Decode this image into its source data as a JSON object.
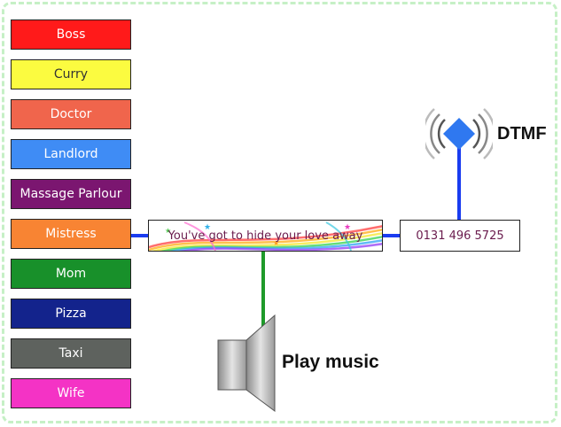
{
  "categories": [
    {
      "label": "Boss",
      "color": "#ff1a1a",
      "text_color": "#ffffff"
    },
    {
      "label": "Curry",
      "color": "#fbfb40",
      "text_color": "#333333"
    },
    {
      "label": "Doctor",
      "color": "#f0654c",
      "text_color": "#ffffff"
    },
    {
      "label": "Landlord",
      "color": "#3f8cf5",
      "text_color": "#ffffff"
    },
    {
      "label": "Massage Parlour",
      "color": "#7b1670",
      "text_color": "#ffffff"
    },
    {
      "label": "Mistress",
      "color": "#f88433",
      "text_color": "#ffffff"
    },
    {
      "label": "Mom",
      "color": "#18902a",
      "text_color": "#ffffff"
    },
    {
      "label": "Pizza",
      "color": "#13238c",
      "text_color": "#ffffff"
    },
    {
      "label": "Taxi",
      "color": "#5e625e",
      "text_color": "#ffffff"
    },
    {
      "label": "Wife",
      "color": "#f433c5",
      "text_color": "#ffffff"
    }
  ],
  "message": {
    "text": "You've got to hide your love away"
  },
  "number": {
    "text": "0131 496 5725"
  },
  "dtmf": {
    "label": "DTMF",
    "icon": "diamond-signal-icon"
  },
  "play_music": {
    "label": "Play music",
    "icon": "speaker-icon"
  },
  "colors": {
    "frame_dash": "#c6f0c6",
    "link_blue": "#1a3cf0",
    "link_green": "#1e9a2a",
    "diamond_blue": "#2f78f0"
  }
}
